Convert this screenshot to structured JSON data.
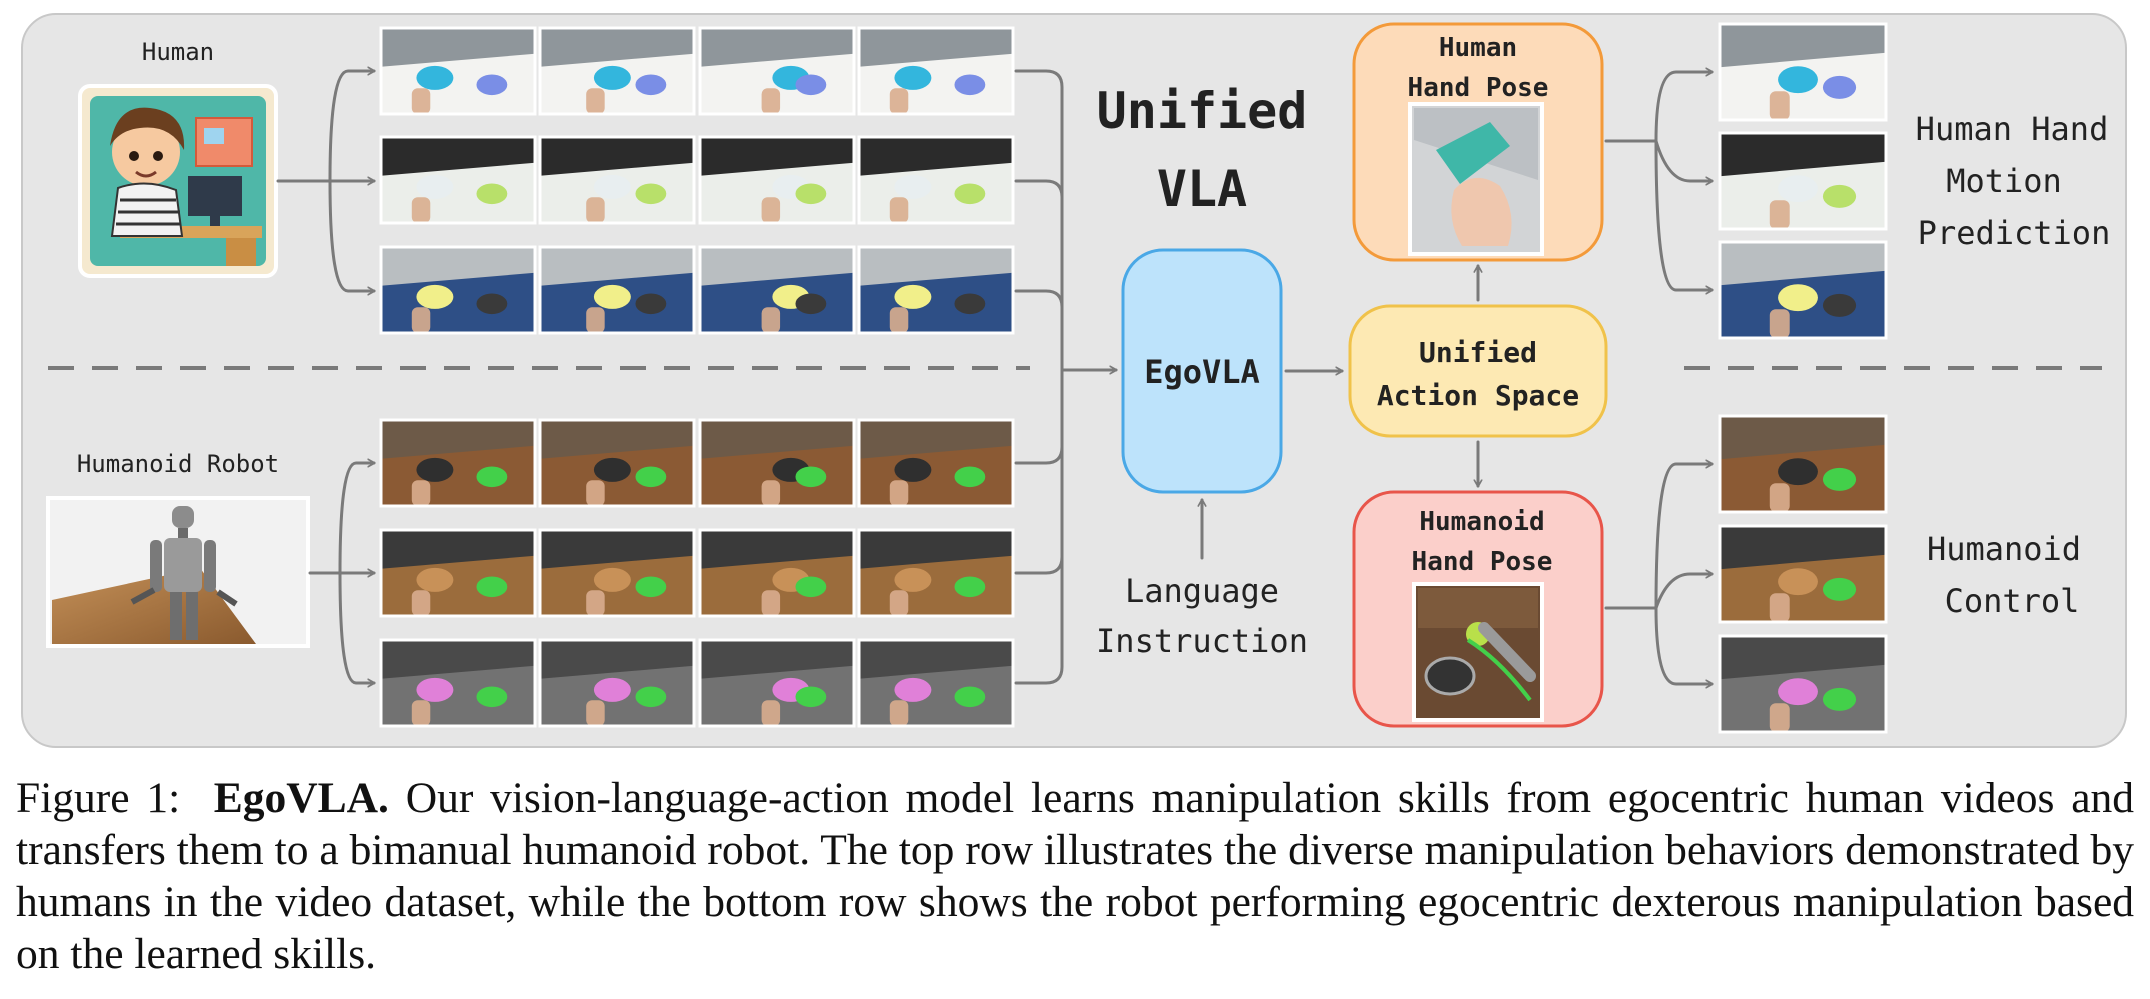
{
  "labels": {
    "human": "Human",
    "humanoid_robot": "Humanoid Robot",
    "unified_vla_line1": "Unified",
    "unified_vla_line2": "VLA",
    "egovla": "EgoVLA",
    "unified_action_space_line1": "Unified",
    "unified_action_space_line2": "Action Space",
    "human_hand_pose_line1": "Human",
    "human_hand_pose_line2": "Hand Pose",
    "humanoid_hand_pose_line1": "Humanoid",
    "humanoid_hand_pose_line2": "Hand Pose",
    "language_instruction_line1": "Language",
    "language_instruction_line2": "Instruction",
    "human_hand_motion_line1": "Human Hand",
    "human_hand_motion_line2": "Motion",
    "human_hand_motion_line3": "Prediction",
    "humanoid_control_line1": "Humanoid",
    "humanoid_control_line2": "Control"
  },
  "caption": {
    "prefix": "Figure 1:",
    "name": "EgoVLA.",
    "text": "Our vision-language-action model learns manipulation skills from egocentric human videos and transfers them to a bimanual humanoid robot.  The top row illustrates the diverse manipulation behaviors demonstrated by humans in the video dataset, while the bottom row shows the robot performing egocentric dexterous manipulation based on the learned skills."
  },
  "colors": {
    "panel": "#e6e6e6",
    "arrow": "#7a7a7a",
    "egovla_fill": "#bde3fb",
    "egovla_stroke": "#4aa8e6",
    "action_fill": "#fde9b3",
    "action_stroke": "#f0c24a",
    "human_pose_fill": "#fddbb9",
    "human_pose_stroke": "#f39a3a",
    "robot_pose_fill": "#fbcfca",
    "robot_pose_stroke": "#e8554a"
  }
}
